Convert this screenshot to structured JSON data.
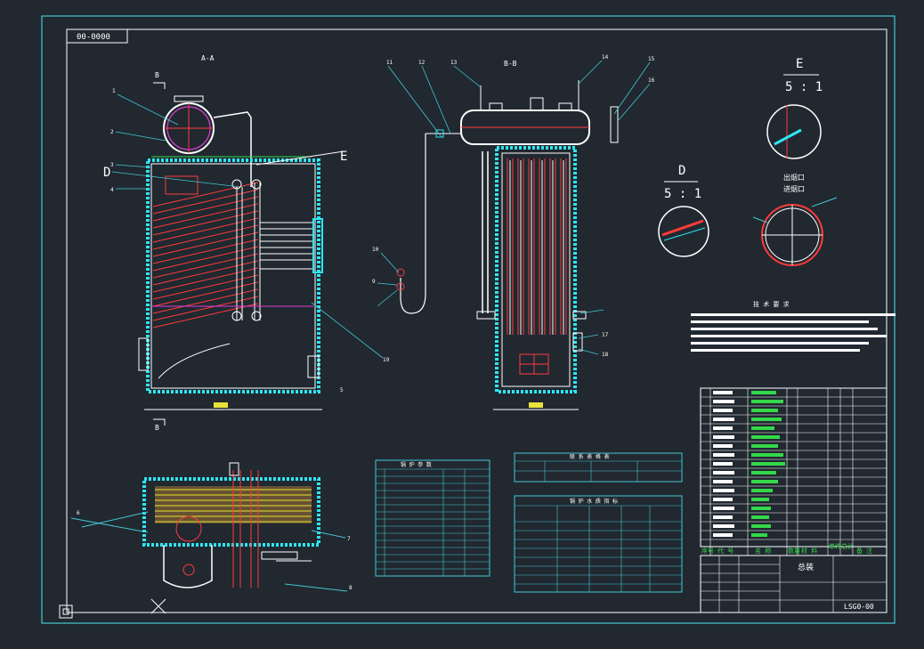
{
  "frame_code": "00-0000",
  "views": {
    "side_section_title": "A-A",
    "front_section_title": "B-B",
    "marker_b_top": "B",
    "marker_b_bottom": "B"
  },
  "detail_views": {
    "e_label": "E",
    "e_scale": "5 : 1",
    "d_label": "D",
    "d_scale": "5 : 1"
  },
  "labels": {
    "d_side": "D",
    "e_side": "E",
    "outlet_text": "出烟口",
    "inlet_text": "进烟口",
    "tech_req_title": "技 术 要 求",
    "params_table_title": "锅 炉 参 数",
    "connection_table_title": "联 系 表 格 表",
    "thermal_table_title": "锅 炉 水 质 指 标",
    "title_block_name": "总装",
    "title_block_drawing_no": "LSG0-00"
  },
  "callouts": [
    "1",
    "2",
    "3",
    "4",
    "5",
    "6",
    "7",
    "8",
    "9",
    "10",
    "11",
    "12",
    "13",
    "14",
    "15",
    "16",
    "17",
    "18",
    "19"
  ],
  "bom_header": [
    "序号",
    "代 号",
    "名 称",
    "数量",
    "材 料",
    "单件",
    "总计",
    "备 注"
  ],
  "colors": {
    "background": "#212830",
    "frame": "#43c7d3",
    "red": "#ff3b3b",
    "white": "#ffffff",
    "cyan": "#2ee6f2",
    "magenta": "#e03cd8",
    "green": "#34d84a",
    "yellow": "#e8e23a"
  },
  "icons": [
    "crosshair-icon",
    "corner-marker-icon"
  ]
}
